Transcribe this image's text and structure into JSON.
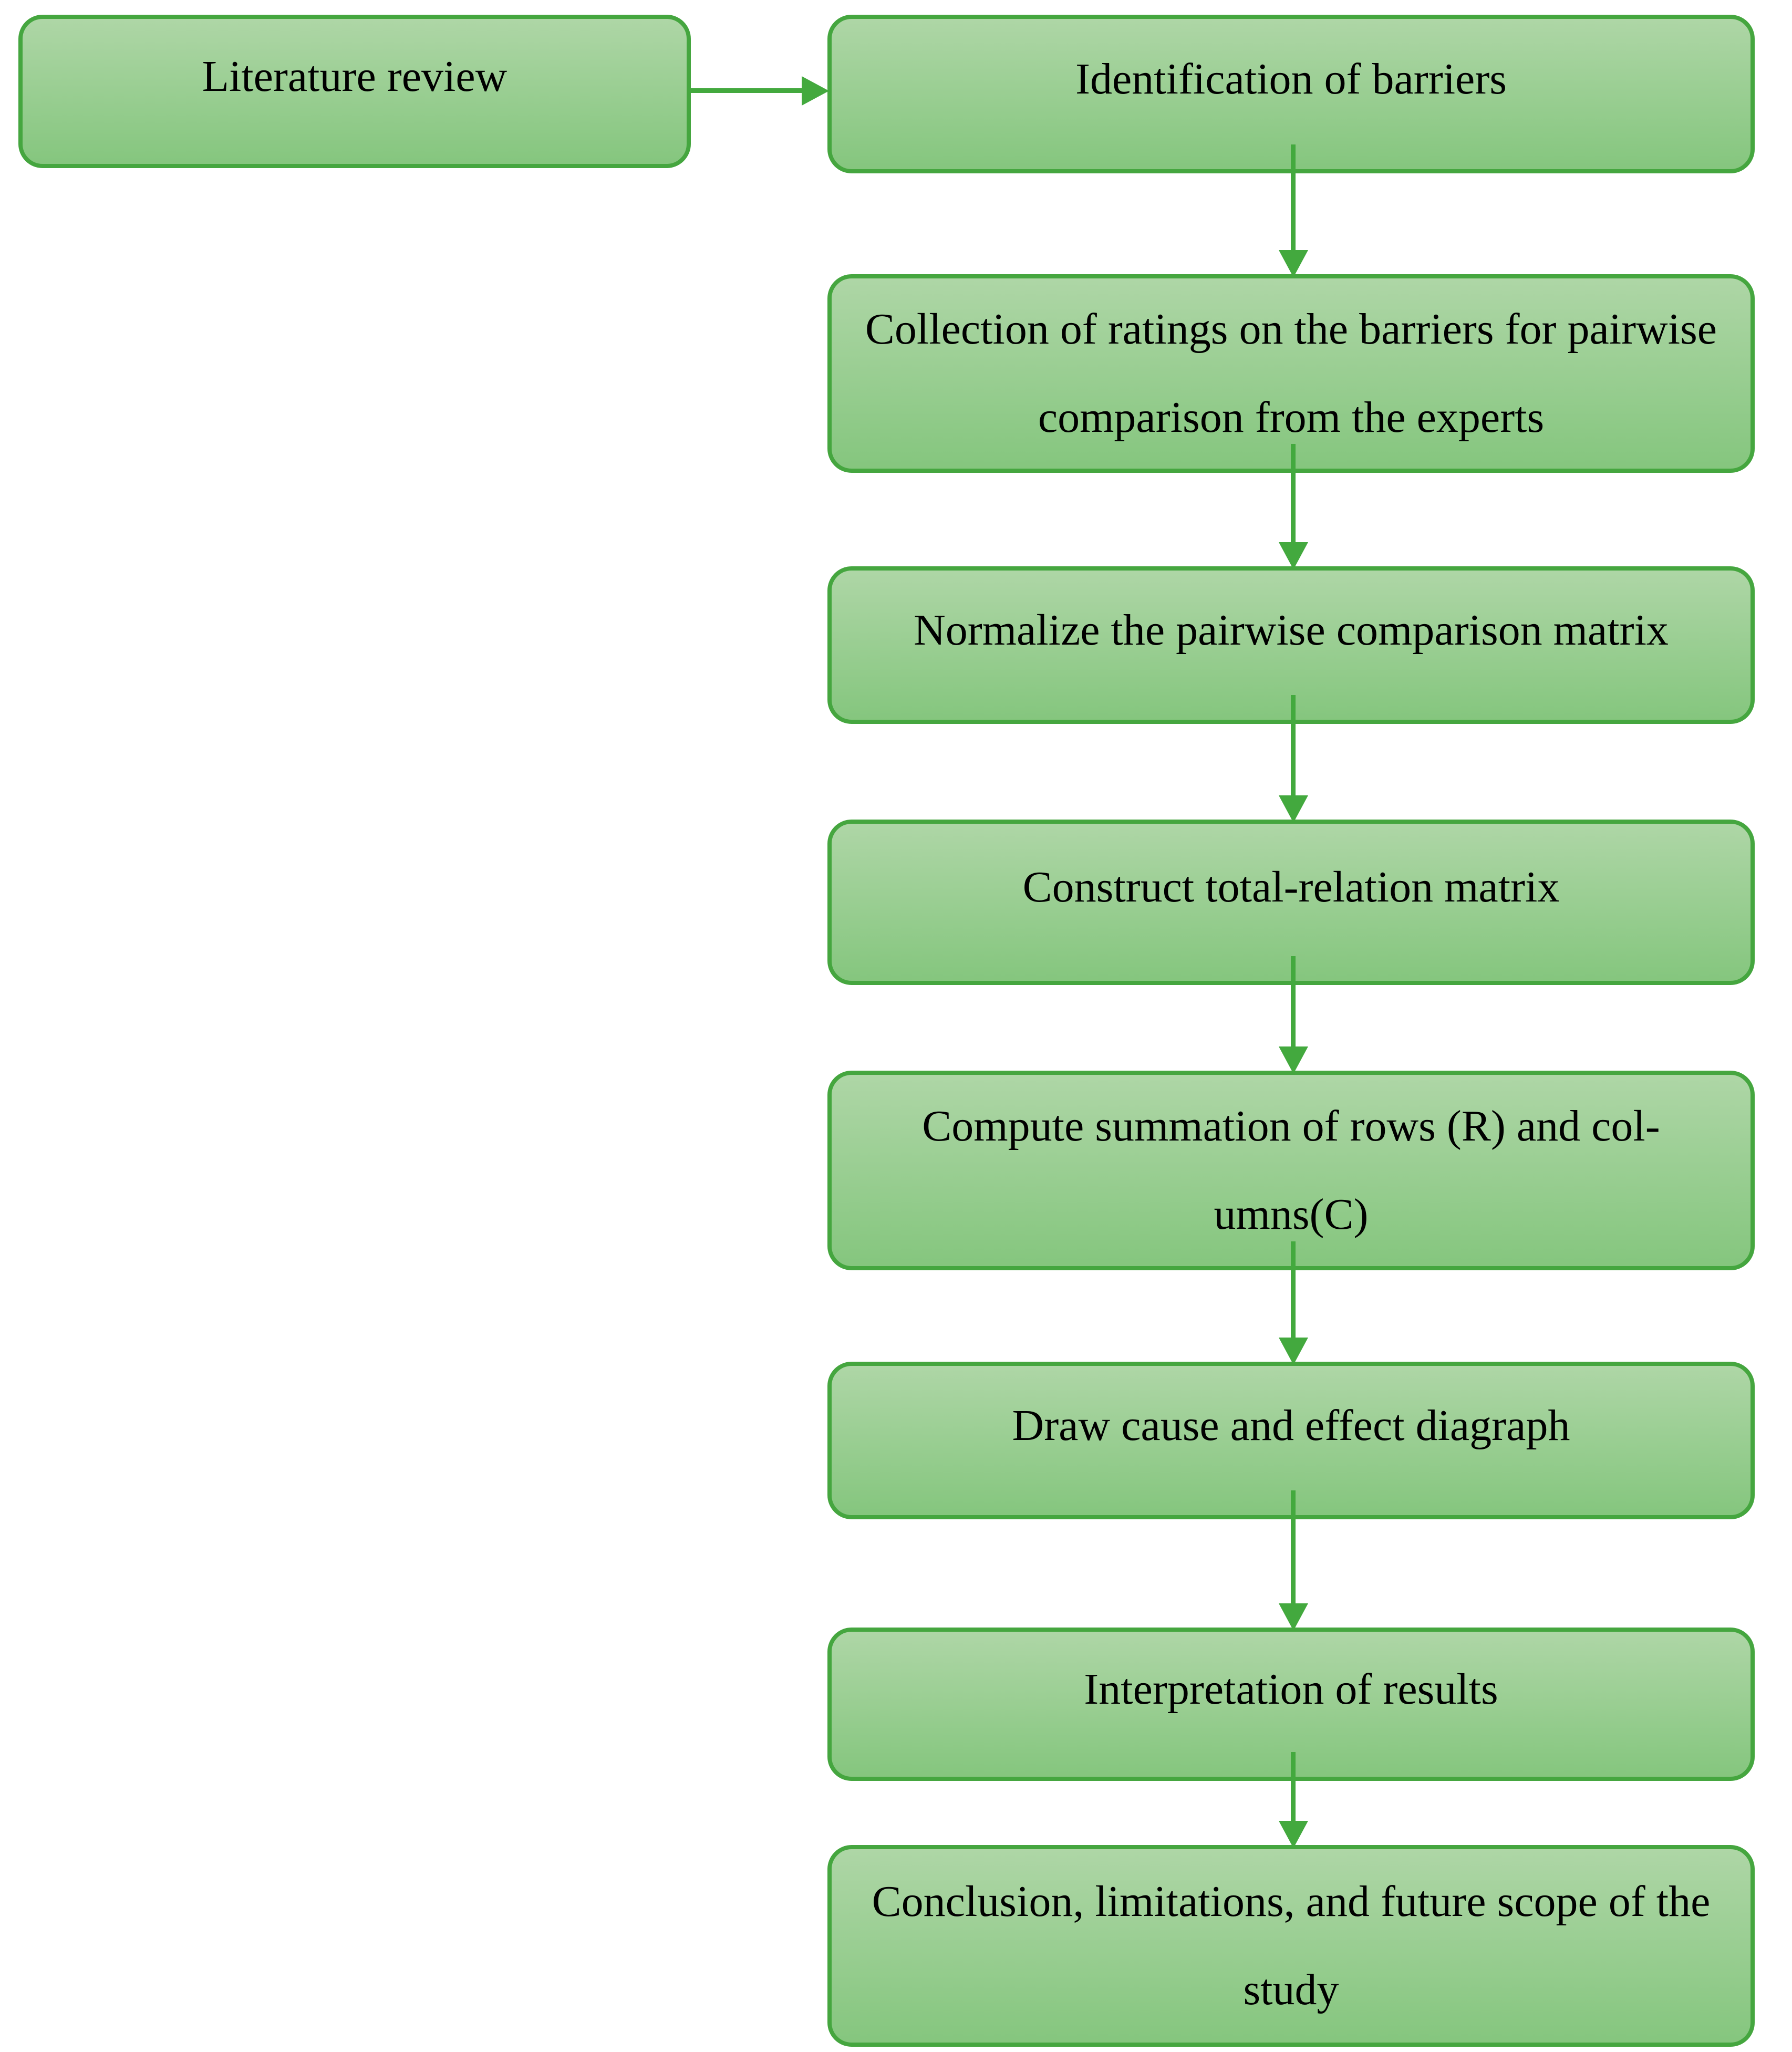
{
  "diagram": {
    "title": "DEMATEL methodology flowchart",
    "colors": {
      "box_border": "#45a63f",
      "box_fill_top": "#aed6a6",
      "box_fill_bottom": "#85c67e",
      "arrow": "#43a93e",
      "text": "#000000",
      "background": "#ffffff"
    },
    "boxes": [
      {
        "id": "literature-review",
        "lines": [
          "Literature review"
        ]
      },
      {
        "id": "identification-of-barriers",
        "lines": [
          "Identification of barriers"
        ]
      },
      {
        "id": "collection-of-ratings",
        "lines": [
          "Collection of ratings on the barriers for pairwise",
          "comparison from the experts"
        ]
      },
      {
        "id": "normalize-pairwise-matrix",
        "lines": [
          "Normalize the pairwise comparison matrix"
        ]
      },
      {
        "id": "construct-total-relation-matrix",
        "lines": [
          "Construct total-relation matrix"
        ]
      },
      {
        "id": "compute-summation",
        "lines": [
          "Compute summation of rows (R) and col-",
          "umns(C)"
        ]
      },
      {
        "id": "draw-cause-effect-diagraph",
        "lines": [
          "Draw cause and effect diagraph"
        ]
      },
      {
        "id": "interpretation-of-results",
        "lines": [
          "Interpretation of results"
        ]
      },
      {
        "id": "conclusion-limitations-future-scope",
        "lines": [
          "Conclusion, limitations, and future scope of the",
          "study"
        ]
      }
    ],
    "connections": [
      {
        "from": "literature-review",
        "to": "identification-of-barriers",
        "direction": "right"
      },
      {
        "from": "identification-of-barriers",
        "to": "collection-of-ratings",
        "direction": "down"
      },
      {
        "from": "collection-of-ratings",
        "to": "normalize-pairwise-matrix",
        "direction": "down"
      },
      {
        "from": "normalize-pairwise-matrix",
        "to": "construct-total-relation-matrix",
        "direction": "down"
      },
      {
        "from": "construct-total-relation-matrix",
        "to": "compute-summation",
        "direction": "down"
      },
      {
        "from": "compute-summation",
        "to": "draw-cause-effect-diagraph",
        "direction": "down"
      },
      {
        "from": "draw-cause-effect-diagraph",
        "to": "interpretation-of-results",
        "direction": "down"
      },
      {
        "from": "interpretation-of-results",
        "to": "conclusion-limitations-future-scope",
        "direction": "down"
      }
    ]
  }
}
